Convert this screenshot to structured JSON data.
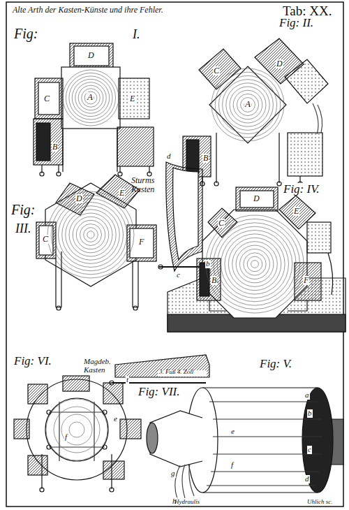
{
  "diagram": {
    "title": "Alte Arth der Kasten-Künste und ihre Fehler.",
    "labels": [
      "Tab: XX.",
      "Fig:",
      "I.",
      "Fig: II.",
      "Fig:",
      "III.",
      "Fig: IV.",
      "Fig: V.",
      "Fig: VI.",
      "Fig: VII.",
      "D",
      "A",
      "C",
      "E",
      "B",
      "C",
      "D",
      "A",
      "B",
      "D",
      "E",
      "C",
      "F",
      "D",
      "C",
      "E",
      "B",
      "F",
      "a",
      "b",
      "c",
      "d",
      "e",
      "f",
      "g",
      "h",
      "t",
      "e",
      "f",
      "Sturms Kasten",
      "d",
      "b",
      "c",
      "Magdeb. Kasten",
      "3. Fuß 4. Zoll",
      "Hydraulis",
      "Uhlich sc."
    ]
  }
}
